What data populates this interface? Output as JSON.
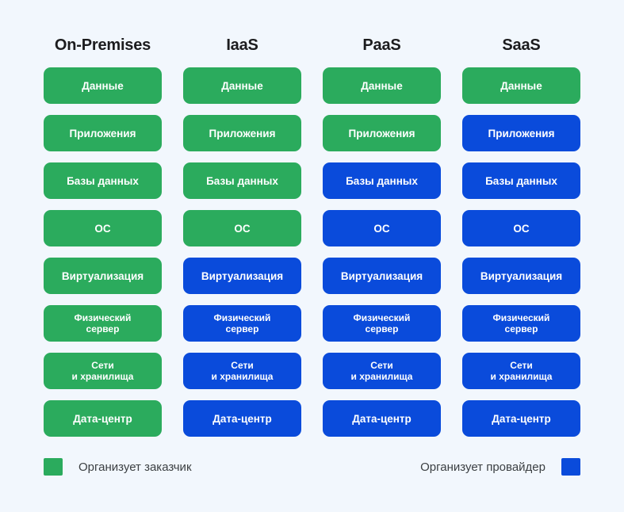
{
  "background_color": "#f2f7fd",
  "colors": {
    "customer": "#2bab5d",
    "provider": "#0a4bdb",
    "header_text": "#1c1c1e",
    "legend_text": "#3c4043",
    "cell_text": "#ffffff"
  },
  "layers": [
    "Данные",
    "Приложения",
    "Базы данных",
    "ОС",
    "Виртуализация",
    "Физический сервер",
    "Сети и хранилища",
    "Дата-центр"
  ],
  "columns": [
    {
      "header": "On-Premises",
      "cells": [
        {
          "label": "Данные",
          "owner": "customer",
          "lines": [
            "Данные"
          ]
        },
        {
          "label": "Приложения",
          "owner": "customer",
          "lines": [
            "Приложения"
          ]
        },
        {
          "label": "Базы данных",
          "owner": "customer",
          "lines": [
            "Базы данных"
          ]
        },
        {
          "label": "ОС",
          "owner": "customer",
          "lines": [
            "ОС"
          ]
        },
        {
          "label": "Виртуализация",
          "owner": "customer",
          "lines": [
            "Виртуализация"
          ]
        },
        {
          "label": "Физический сервер",
          "owner": "customer",
          "lines": [
            "Физический",
            "сервер"
          ]
        },
        {
          "label": "Сети и хранилища",
          "owner": "customer",
          "lines": [
            "Сети",
            "и хранилища"
          ]
        },
        {
          "label": "Дата-центр",
          "owner": "customer",
          "lines": [
            "Дата-центр"
          ]
        }
      ]
    },
    {
      "header": "IaaS",
      "cells": [
        {
          "label": "Данные",
          "owner": "customer",
          "lines": [
            "Данные"
          ]
        },
        {
          "label": "Приложения",
          "owner": "customer",
          "lines": [
            "Приложения"
          ]
        },
        {
          "label": "Базы данных",
          "owner": "customer",
          "lines": [
            "Базы данных"
          ]
        },
        {
          "label": "ОС",
          "owner": "customer",
          "lines": [
            "ОС"
          ]
        },
        {
          "label": "Виртуализация",
          "owner": "provider",
          "lines": [
            "Виртуализация"
          ]
        },
        {
          "label": "Физический сервер",
          "owner": "provider",
          "lines": [
            "Физический",
            "сервер"
          ]
        },
        {
          "label": "Сети и хранилища",
          "owner": "provider",
          "lines": [
            "Сети",
            "и хранилища"
          ]
        },
        {
          "label": "Дата-центр",
          "owner": "provider",
          "lines": [
            "Дата-центр"
          ]
        }
      ]
    },
    {
      "header": "PaaS",
      "cells": [
        {
          "label": "Данные",
          "owner": "customer",
          "lines": [
            "Данные"
          ]
        },
        {
          "label": "Приложения",
          "owner": "customer",
          "lines": [
            "Приложения"
          ]
        },
        {
          "label": "Базы данных",
          "owner": "provider",
          "lines": [
            "Базы данных"
          ]
        },
        {
          "label": "ОС",
          "owner": "provider",
          "lines": [
            "ОС"
          ]
        },
        {
          "label": "Виртуализация",
          "owner": "provider",
          "lines": [
            "Виртуализация"
          ]
        },
        {
          "label": "Физический сервер",
          "owner": "provider",
          "lines": [
            "Физический",
            "сервер"
          ]
        },
        {
          "label": "Сети и хранилища",
          "owner": "provider",
          "lines": [
            "Сети",
            "и хранилища"
          ]
        },
        {
          "label": "Дата-центр",
          "owner": "provider",
          "lines": [
            "Дата-центр"
          ]
        }
      ]
    },
    {
      "header": "SaaS",
      "cells": [
        {
          "label": "Данные",
          "owner": "customer",
          "lines": [
            "Данные"
          ]
        },
        {
          "label": "Приложения",
          "owner": "provider",
          "lines": [
            "Приложения"
          ]
        },
        {
          "label": "Базы данных",
          "owner": "provider",
          "lines": [
            "Базы данных"
          ]
        },
        {
          "label": "ОС",
          "owner": "provider",
          "lines": [
            "ОС"
          ]
        },
        {
          "label": "Виртуализация",
          "owner": "provider",
          "lines": [
            "Виртуализация"
          ]
        },
        {
          "label": "Физический сервер",
          "owner": "provider",
          "lines": [
            "Физический",
            "сервер"
          ]
        },
        {
          "label": "Сети и хранилища",
          "owner": "provider",
          "lines": [
            "Сети",
            "и хранилища"
          ]
        },
        {
          "label": "Дата-центр",
          "owner": "provider",
          "lines": [
            "Дата-центр"
          ]
        }
      ]
    }
  ],
  "legend": {
    "customer": {
      "label": "Организует заказчик",
      "color": "#2bab5d"
    },
    "provider": {
      "label": "Организует провайдер",
      "color": "#0a4bdb"
    }
  }
}
